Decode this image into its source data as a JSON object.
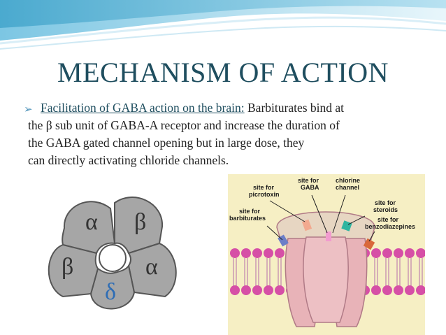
{
  "slide": {
    "title": "MECHANISM OF ACTION",
    "bullet_lead": "Facilitation of  GABA  action on the brain:",
    "bullet_line1_rest": " Barbiturates bind at",
    "bullet_line2": "the β sub unit of GABA-A receptor and increase the duration of",
    "bullet_line3": "the GABA gated  channel  opening  but  in  large dose,  they",
    "bullet_line4": "can directly activating chloride channels."
  },
  "subunit_diagram": {
    "subunits": [
      "α",
      "β",
      "α",
      "δ",
      "β"
    ]
  },
  "receptor_figure": {
    "labels": {
      "picrotoxin": [
        "site for",
        "picrotoxin"
      ],
      "gaba": [
        "site for",
        "GABA"
      ],
      "chlorine": [
        "chlorine",
        "channel"
      ],
      "barbiturates": [
        "site for",
        "barbiturates"
      ],
      "steroids": [
        "site for",
        "steroids"
      ],
      "benzodiazepines": [
        "site for",
        "benzodiazepines"
      ]
    }
  },
  "colors": {
    "title": "#1f4e5f",
    "wave_dark": "#3aa0c8",
    "wave_light": "#bfe3f2",
    "subunit_fill": "#a6a6a6",
    "delta_symbol": "#2e6db5",
    "panel_bg": "#f6efc4",
    "membrane_head": "#d64fa6",
    "receptor_body": "#e8b3b8"
  }
}
